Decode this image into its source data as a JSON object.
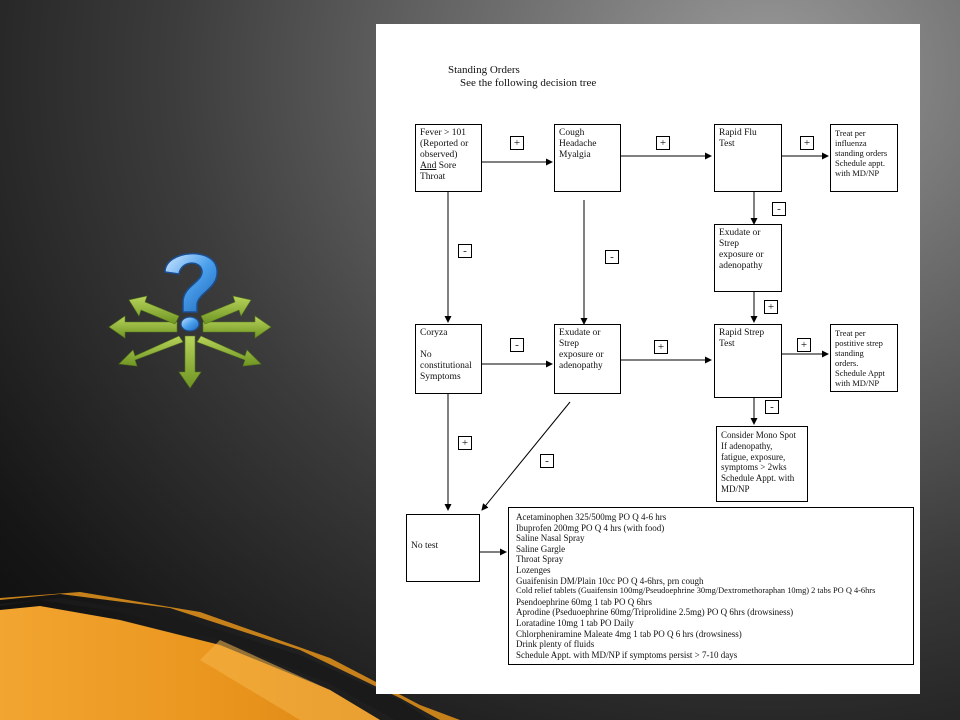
{
  "slide": {
    "icon": "question-mark-arrows-icon"
  },
  "document": {
    "title": "Standing Orders",
    "subtitle": "See the following decision tree",
    "nodes": {
      "fever": {
        "lines": [
          "Fever > 101",
          "(Reported or",
          "observed)"
        ],
        "and_word": "And",
        "and_rest": " Sore",
        "last": "Throat"
      },
      "cough": {
        "lines": [
          "Cough",
          "Headache",
          "Myalgia"
        ]
      },
      "rapid_flu": {
        "lines": [
          "Rapid Flu",
          "Test"
        ]
      },
      "treat_flu": {
        "lines": [
          "Treat per",
          "influenza",
          "standing orders",
          "Schedule appt.",
          "with MD/NP"
        ]
      },
      "exudate_top": {
        "lines": [
          "Exudate or",
          "Strep",
          "exposure or",
          "adenopathy"
        ]
      },
      "coryza": {
        "lines": [
          "Coryza",
          "",
          "No",
          "constitutional",
          "Symptoms"
        ]
      },
      "exudate_mid": {
        "lines": [
          "Exudate or",
          "Strep",
          "exposure or",
          "adenopathy"
        ]
      },
      "rapid_strep": {
        "lines": [
          "Rapid Strep",
          "Test"
        ]
      },
      "treat_strep": {
        "lines": [
          "Treat per",
          "postitive strep",
          "standing",
          "orders.",
          "Schedule Appt",
          "with MD/NP"
        ]
      },
      "mono": {
        "lines": [
          "Consider Mono Spot",
          "If adenopathy,",
          "fatigue, exposure,",
          "symptoms > 2wks",
          "Schedule Appt. with",
          "MD/NP"
        ]
      },
      "no_test": {
        "lines": [
          "No test"
        ]
      }
    },
    "signs": {
      "plus": "+",
      "minus": "-"
    },
    "instructions": [
      "Acetaminophen 325/500mg PO Q 4-6 hrs",
      "Ibuprofen 200mg PO Q 4 hrs (with food)",
      "Saline Nasal Spray",
      "Saline Gargle",
      "Throat Spray",
      "Lozenges",
      "Guaifenisin DM/Plain 10cc PO Q 4-6hrs, prn cough",
      "Cold relief tablets (Guaifensin 100mg/Pseudoephrine 30mg/Dextromethoraphan 10mg) 2 tabs PO Q 4-6hrs",
      "Psendoephrine 60mg 1 tab PO Q 6hrs",
      "Aprodine (Pseduoephrine 60mg/Triprolidine 2.5mg) PO Q 6hrs (drowsiness)",
      "Loratadine 10mg 1 tab PO Daily",
      "Chlorpheniramine Maleate 4mg 1 tab PO Q 6 hrs (drowsiness)",
      "Drink plenty of fluids",
      "Schedule Appt. with MD/NP if symptoms persist > 7-10 days"
    ]
  }
}
